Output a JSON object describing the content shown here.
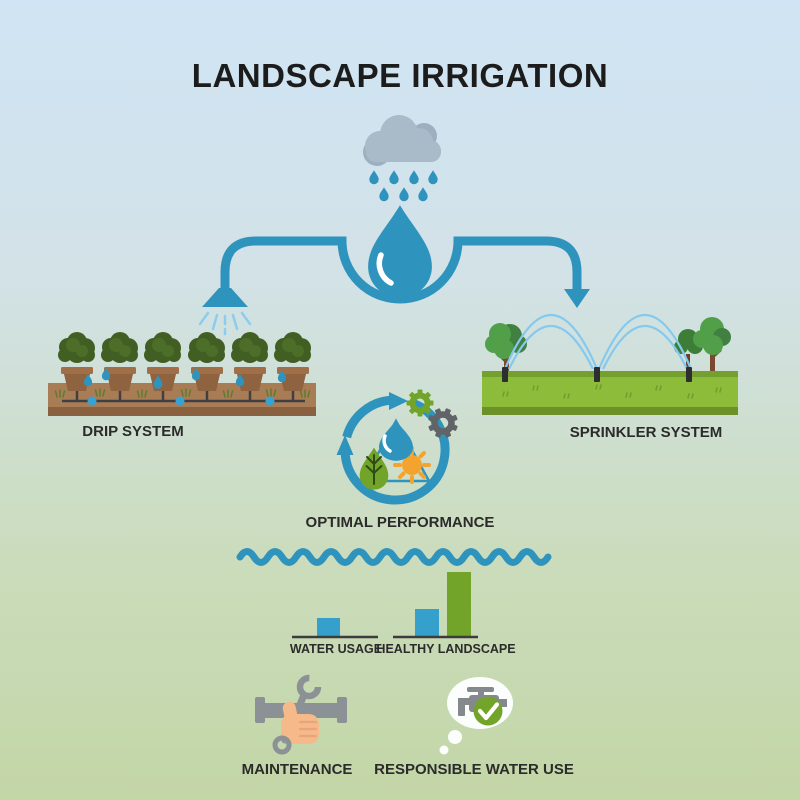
{
  "title": "LANDSCAPE IRRIGATION",
  "colors": {
    "accent_blue": "#2f94bd",
    "spray_blue": "#85c9ef",
    "cloud_gray": "#a9bbc8",
    "gear_gray": "#606468",
    "pipe_gray": "#8c9196",
    "green": "#73a42a",
    "grass_green": "#8dbc3a",
    "soil_brown": "#a87c54",
    "hand_peach": "#f6b98a",
    "sun_orange": "#f4a42e",
    "label_text": "#2b2b2b"
  },
  "icons": {
    "source": "rain-cloud-icon, raindrops, water-drop-icon",
    "flow": "split-pipe-arrows, drip-head-left, arrow-right-down",
    "center": "recycle-arrows-icon, triangle, leaf-drop-icon, sun-icon, gear-icons",
    "bottom": "wave, wrench-icon, pipe-icon, thumbs-up-hand-icon, thought-bubble, faucet-icon, check-icon"
  },
  "systems": {
    "drip": {
      "label": "DRIP SYSTEM",
      "plant_count": 6
    },
    "sprinkler": {
      "label": "SPRINKLER SYSTEM",
      "sprinkler_count": 3
    }
  },
  "performance": {
    "label": "OPTIMAL PERFORMANCE"
  },
  "chart_data": {
    "type": "bar",
    "categories": [
      "WATER USAGE",
      "HEALTHY LANDSCAPE"
    ],
    "series": [
      {
        "name": "water (blue)",
        "color": "#36a0cd",
        "values": [
          1,
          1.5
        ]
      },
      {
        "name": "landscape (green)",
        "color": "#73a42a",
        "values": [
          null,
          3.4
        ]
      }
    ],
    "title": "",
    "xlabel": "",
    "ylabel": "",
    "note": "no numeric axis shown; values are relative bar heights"
  },
  "chart_layout": {
    "bars": [
      {
        "x": 317,
        "y": 618,
        "w": 23,
        "h": 19,
        "fill": "#36a0cd"
      },
      {
        "x": 415,
        "y": 609,
        "w": 24,
        "h": 28,
        "fill": "#36a0cd"
      },
      {
        "x": 447,
        "y": 572,
        "w": 24,
        "h": 65,
        "fill": "#73a42a"
      }
    ]
  },
  "footer": {
    "maintenance": {
      "label": "MAINTENANCE"
    },
    "responsible": {
      "label": "RESPONSIBLE WATER USE"
    }
  }
}
